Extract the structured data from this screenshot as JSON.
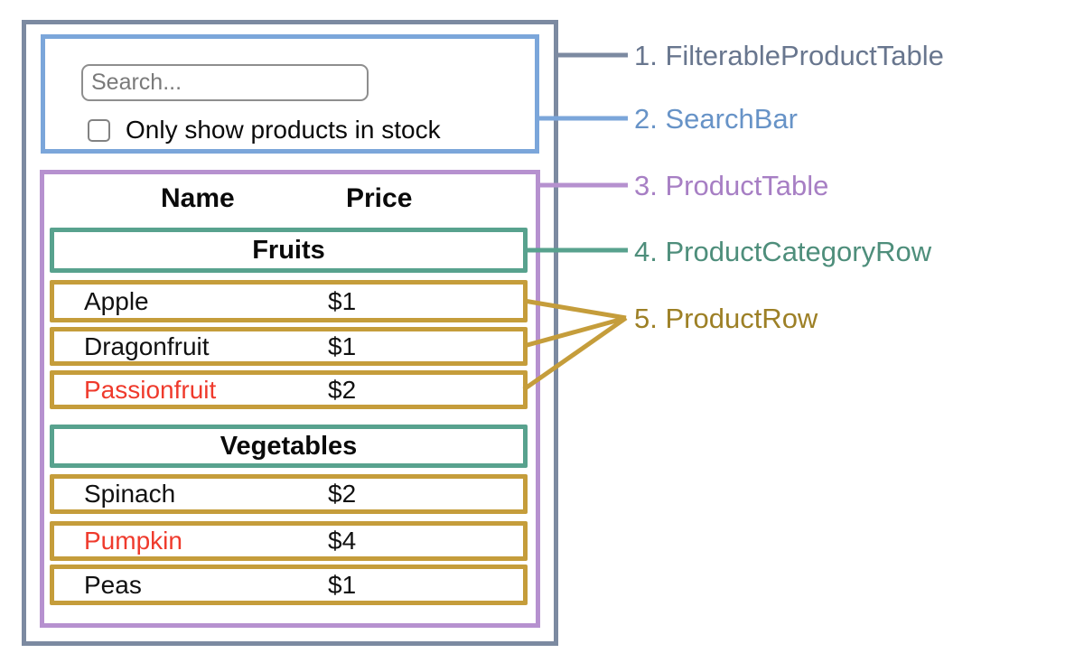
{
  "colors": {
    "filterable_product_table": "#7c8aa1",
    "search_bar": "#7ba6da",
    "product_table": "#b691cf",
    "product_category_row": "#58a28e",
    "product_row": "#c59d3b",
    "out_of_stock_text": "#ef3a2c"
  },
  "search_bar": {
    "input_placeholder": "Search...",
    "checkbox_label": "Only show products in stock",
    "checkbox_checked": false
  },
  "product_table": {
    "headers": {
      "name": "Name",
      "price": "Price"
    },
    "sections": [
      {
        "category": "Fruits",
        "rows": [
          {
            "name": "Apple",
            "price": "$1",
            "in_stock": true
          },
          {
            "name": "Dragonfruit",
            "price": "$1",
            "in_stock": true
          },
          {
            "name": "Passionfruit",
            "price": "$2",
            "in_stock": false
          }
        ]
      },
      {
        "category": "Vegetables",
        "rows": [
          {
            "name": "Spinach",
            "price": "$2",
            "in_stock": true
          },
          {
            "name": "Pumpkin",
            "price": "$4",
            "in_stock": false
          },
          {
            "name": "Peas",
            "price": "$1",
            "in_stock": true
          }
        ]
      }
    ]
  },
  "legend": [
    {
      "text": "1. FilterableProductTable",
      "color": "#68768e"
    },
    {
      "text": "2. SearchBar",
      "color": "#6793c7"
    },
    {
      "text": "3. ProductTable",
      "color": "#a77fc4"
    },
    {
      "text": "4. ProductCategoryRow",
      "color": "#4e8e7b"
    },
    {
      "text": "5. ProductRow",
      "color": "#9d8026"
    }
  ]
}
